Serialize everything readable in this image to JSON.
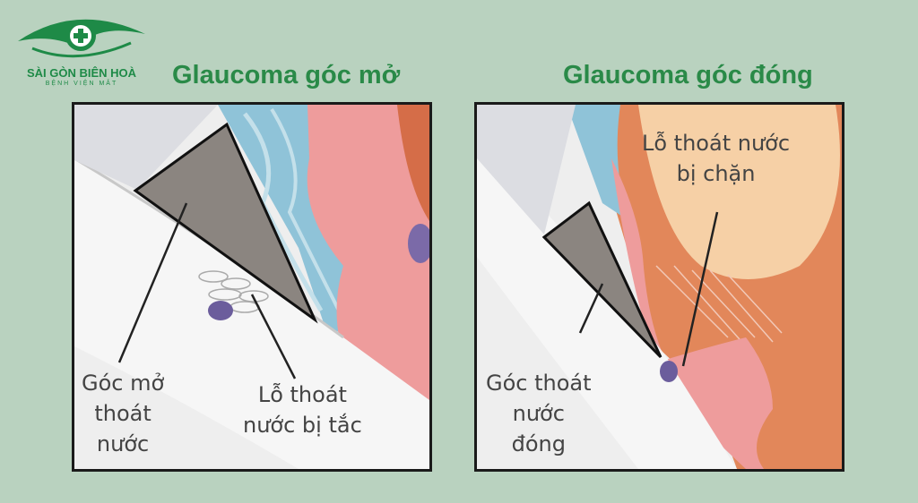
{
  "logo": {
    "name": "SÀI GÒN BIÊN HOÀ",
    "subtitle": "BỆNH VIỆN MẮT",
    "color": "#1e8a47"
  },
  "titles": {
    "open": "Glaucoma góc mở",
    "closed": "Glaucoma góc đóng"
  },
  "open_panel": {
    "angle_label": [
      "Góc mở",
      "thoát",
      "nước"
    ],
    "drain_label": [
      "Lỗ thoát",
      "nước bị tắc"
    ]
  },
  "closed_panel": {
    "angle_label": [
      "Góc thoát",
      "nước",
      "đóng"
    ],
    "drain_label": [
      "Lỗ thoát nước",
      "bị chặn"
    ]
  },
  "colors": {
    "background": "#b9d2bf",
    "title": "#2a8a48",
    "iris": "#ee9c9c",
    "cornea": "#f4f4f4",
    "aqueous": "#8fc3d8",
    "angle": "#8b8580",
    "lens": "#f6d0a6",
    "ciliary": "#e2875a"
  }
}
